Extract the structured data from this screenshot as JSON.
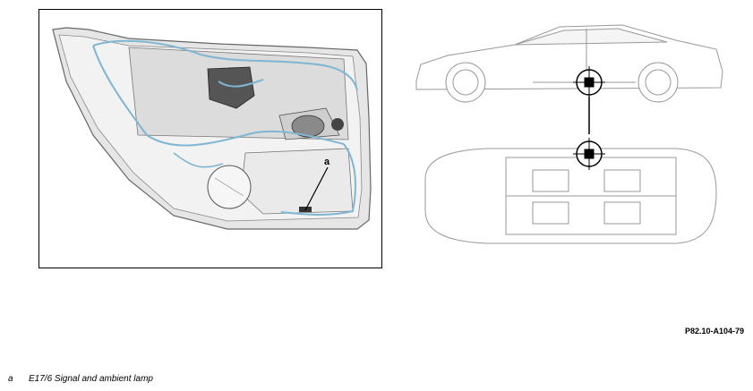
{
  "diagram": {
    "callout_label": "a",
    "reference_code": "P82.10-A104-79",
    "legend": [
      {
        "key": "a",
        "text": "E17/6 Signal and ambient lamp"
      }
    ]
  }
}
